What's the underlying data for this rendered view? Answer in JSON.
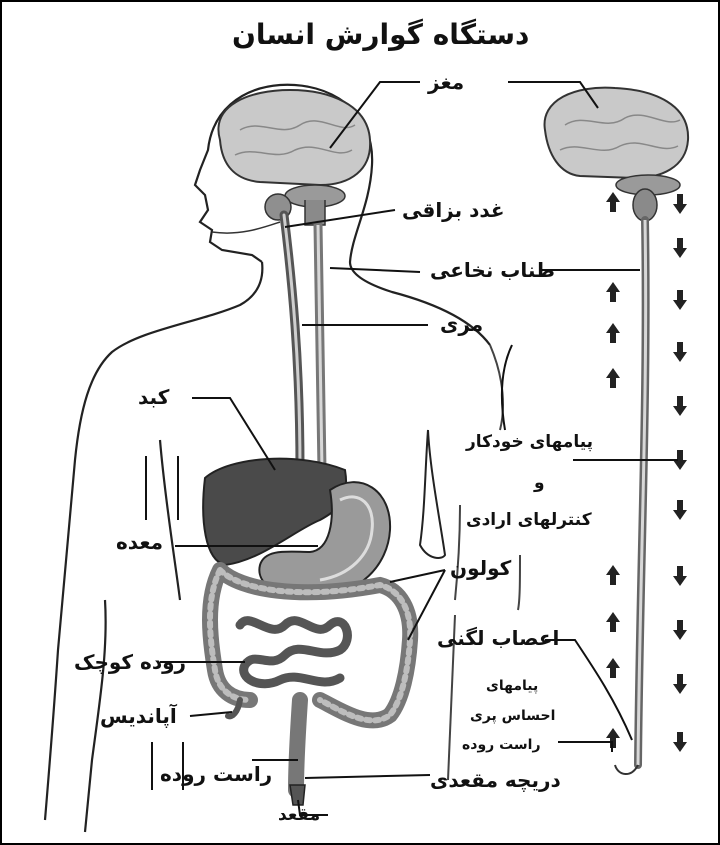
{
  "title": "دستگاه گوارش انسان",
  "labels": {
    "brain": "مغز",
    "salivary_glands": "غدد بزاقی",
    "spinal_cord": "طناب نخاعی",
    "esophagus": "مری",
    "liver": "کبد",
    "autonomic_messages": "پیامهای خودکار",
    "and": "و",
    "voluntary_controls": "کنترلهای ارادی",
    "stomach": "معده",
    "colon": "کولون",
    "pelvic_nerves": "اعصاب لگنی",
    "small_intestine": "روده کوچک",
    "appendix": "آپاندیس",
    "messages": "پیامهای",
    "sensation_of_fullness": "احساس پری",
    "rectum_right": "راست روده",
    "rectum_left": "راست روده",
    "anal_sphincter": "دریچه مقعدی",
    "anus": "مقعد"
  },
  "colors": {
    "border": "#000000",
    "line": "#1a1a1a",
    "organ_dark": "#4a4a4a",
    "organ_mid": "#8a8a8a",
    "organ_light": "#c4c4c4",
    "brain": "#bdbdbd"
  }
}
